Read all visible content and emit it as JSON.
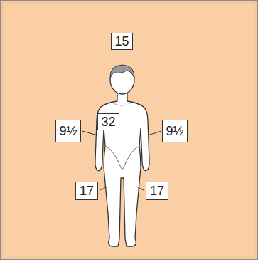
{
  "diagram": {
    "nodes": [
      {
        "text": [
          "15"
        ]
      },
      {
        "text": [
          "9½"
        ]
      },
      {
        "text": [
          "32"
        ]
      },
      {
        "text": [
          "9½"
        ]
      },
      {
        "text": [
          "17"
        ]
      },
      {
        "text": [
          "17"
        ]
      }
    ]
  }
}
